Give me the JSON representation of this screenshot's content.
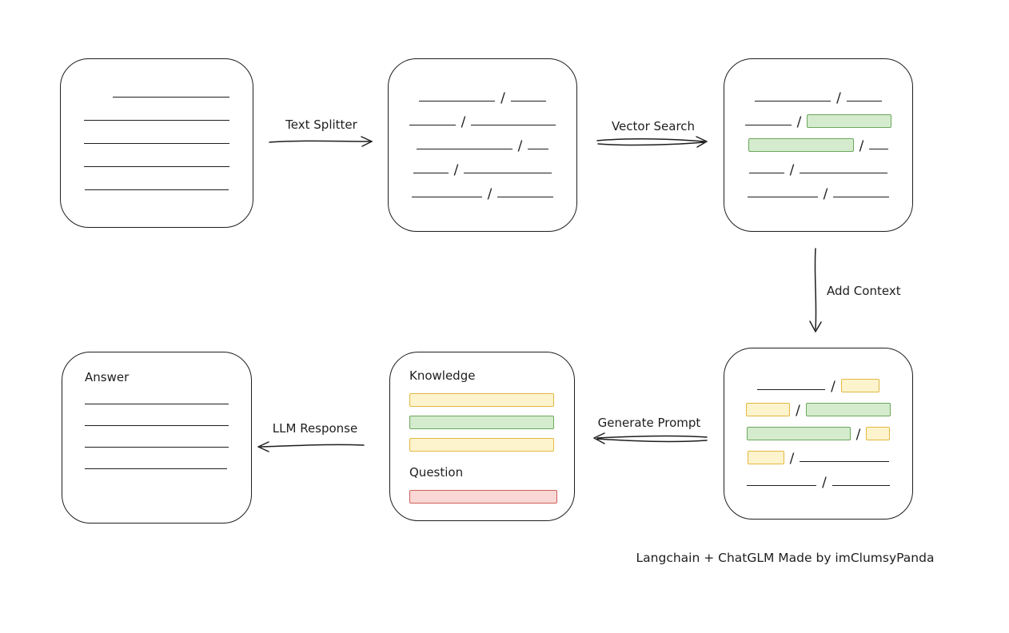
{
  "diagram": {
    "separator": "/",
    "footer": "Langchain + ChatGLM Made by imClumsyPanda",
    "colors": {
      "stroke": "#1e1e1e",
      "green_fill": "#d5ebcd",
      "green_border": "#6aa85c",
      "yellow_fill": "#fdf3cd",
      "yellow_border": "#e2b93f",
      "red_fill": "#f8d7d5",
      "red_border": "#cf5f5a"
    },
    "arrows": {
      "text_splitter": "Text Splitter",
      "vector_search": "Vector Search",
      "add_context": "Add Context",
      "generate_prompt": "Generate Prompt",
      "llm_response": "LLM Response"
    },
    "document_box": {
      "lines": [
        146,
        182,
        182,
        182,
        180
      ]
    },
    "split_box": {
      "rows": [
        [
          {
            "t": "line",
            "w": 95
          },
          {
            "t": "sep"
          },
          {
            "t": "line",
            "w": 44
          }
        ],
        [
          {
            "t": "line",
            "w": 58
          },
          {
            "t": "sep"
          },
          {
            "t": "line",
            "w": 106
          }
        ],
        [
          {
            "t": "line",
            "w": 120
          },
          {
            "t": "sep"
          },
          {
            "t": "line",
            "w": 26
          }
        ],
        [
          {
            "t": "line",
            "w": 44
          },
          {
            "t": "sep"
          },
          {
            "t": "line",
            "w": 110
          }
        ],
        [
          {
            "t": "line",
            "w": 88
          },
          {
            "t": "sep"
          },
          {
            "t": "line",
            "w": 70
          }
        ]
      ]
    },
    "search_box": {
      "rows": [
        [
          {
            "t": "line",
            "w": 95
          },
          {
            "t": "sep"
          },
          {
            "t": "line",
            "w": 44
          }
        ],
        [
          {
            "t": "line",
            "w": 58
          },
          {
            "t": "sep"
          },
          {
            "t": "green",
            "w": 106
          }
        ],
        [
          {
            "t": "green",
            "w": 132
          },
          {
            "t": "sep"
          },
          {
            "t": "line",
            "w": 24
          }
        ],
        [
          {
            "t": "line",
            "w": 44
          },
          {
            "t": "sep"
          },
          {
            "t": "line",
            "w": 110
          }
        ],
        [
          {
            "t": "line",
            "w": 88
          },
          {
            "t": "sep"
          },
          {
            "t": "line",
            "w": 70
          }
        ]
      ]
    },
    "context_box": {
      "rows": [
        [
          {
            "t": "line",
            "w": 85
          },
          {
            "t": "sep"
          },
          {
            "t": "yellow",
            "w": 48
          }
        ],
        [
          {
            "t": "yellow",
            "w": 55
          },
          {
            "t": "sep"
          },
          {
            "t": "green",
            "w": 106
          }
        ],
        [
          {
            "t": "green",
            "w": 130
          },
          {
            "t": "sep"
          },
          {
            "t": "yellow",
            "w": 30
          }
        ],
        [
          {
            "t": "yellow",
            "w": 46
          },
          {
            "t": "sep"
          },
          {
            "t": "line",
            "w": 112
          }
        ],
        [
          {
            "t": "line",
            "w": 87
          },
          {
            "t": "sep"
          },
          {
            "t": "line",
            "w": 72
          }
        ]
      ]
    },
    "prompt_box": {
      "knowledge_label": "Knowledge",
      "knowledge_bars": [
        "yellow",
        "green",
        "yellow"
      ],
      "question_label": "Question",
      "question_bars": [
        "red"
      ]
    },
    "answer_box": {
      "label": "Answer",
      "lines": [
        180,
        180,
        180,
        178
      ]
    }
  }
}
